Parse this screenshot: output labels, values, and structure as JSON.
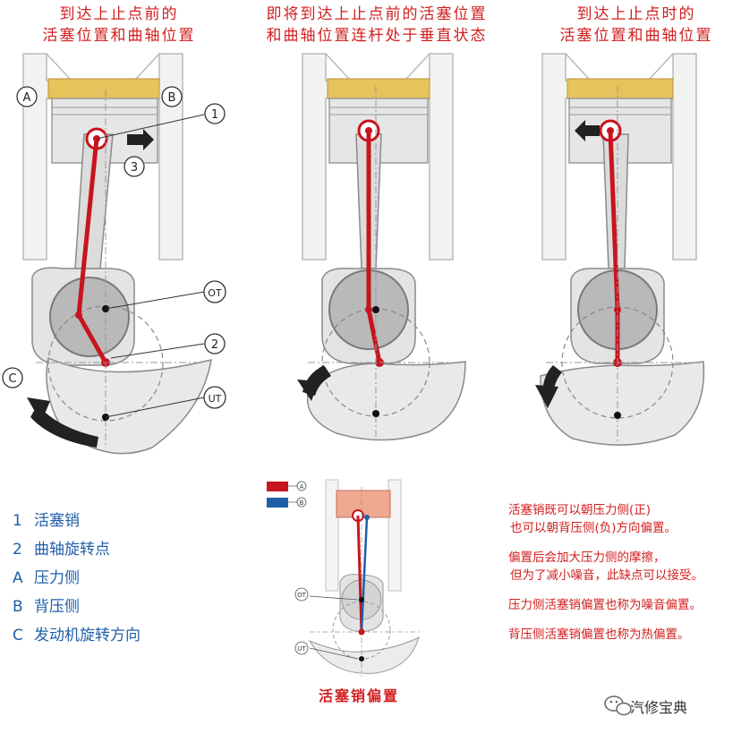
{
  "captions": {
    "left": {
      "line1": "到达上止点前的",
      "line2": "活塞位置和曲轴位置"
    },
    "middle": {
      "line1": "即将到达上止点前的活塞位置",
      "line2": "和曲轴位置连杆处于垂直状态"
    },
    "right": {
      "line1": "到达上止点时的",
      "line2": "活塞位置和曲轴位置"
    }
  },
  "callouts": {
    "a": "A",
    "b": "B",
    "c": "C",
    "n1": "1",
    "n2": "2",
    "n3": "3",
    "ot": "OT",
    "ut": "UT"
  },
  "legend": [
    {
      "key": "1",
      "label": "活塞销"
    },
    {
      "key": "2",
      "label": "曲轴旋转点"
    },
    {
      "key": "A",
      "label": "压力侧"
    },
    {
      "key": "B",
      "label": "背压侧"
    },
    {
      "key": "C",
      "label": "发动机旋转方向"
    }
  ],
  "offset_figure": {
    "caption": "活塞销偏置",
    "key_a": "A",
    "key_b": "B",
    "ot": "OT",
    "ut": "UT"
  },
  "notes": [
    {
      "line1": "活塞销既可以朝压力侧(正)",
      "line2": "也可以朝背压侧(负)方向偏置。"
    },
    {
      "line1": "偏置后会加大压力侧的摩擦，",
      "line2": "但为了减小噪音，此缺点可以接受。"
    },
    {
      "line1": "压力侧活塞销偏置也称为噪音偏置。"
    },
    {
      "line1": "背压侧活塞销偏置也称为热偏置。"
    }
  ],
  "watermark": "汽修宝典",
  "colors": {
    "caption": "#d21e1e",
    "legend": "#1f5fa8",
    "rod": "#c8141e",
    "piston_crown": "#e8c25a",
    "offset_crown": "#f0a890",
    "key_red": "#c8141e",
    "key_blue": "#1f5fa8"
  }
}
